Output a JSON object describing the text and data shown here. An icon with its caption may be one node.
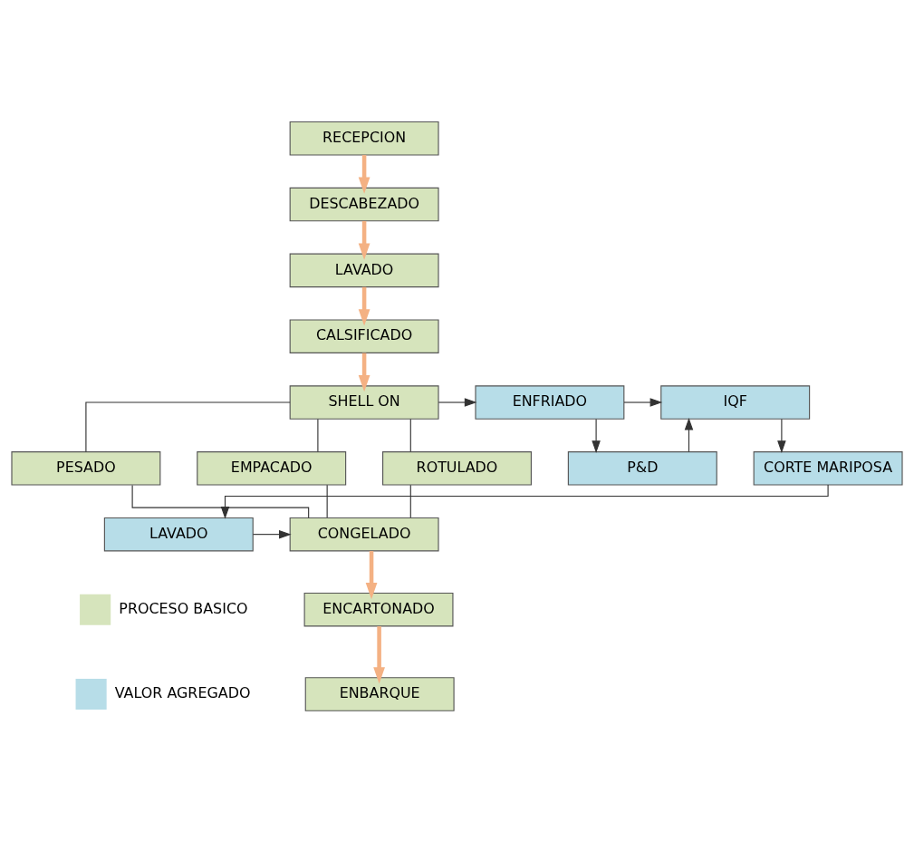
{
  "diagram": {
    "nodes": [
      {
        "text": [
          "RECEPCION"
        ]
      },
      {
        "text": [
          "DESCABEZADO"
        ]
      },
      {
        "text": [
          "LAVADO"
        ]
      },
      {
        "text": [
          "CALSIFICADO"
        ]
      },
      {
        "text": [
          "SHELL ON"
        ]
      },
      {
        "text": [
          "P&D"
        ]
      },
      {
        "text": [
          "ENFRIADO"
        ]
      },
      {
        "text": [
          "IQF"
        ]
      },
      {
        "text": [
          "PESADO"
        ]
      },
      {
        "text": [
          "EMPACADO"
        ]
      },
      {
        "text": [
          "ROTULADO"
        ]
      },
      {
        "text": [
          "CORTE MARIPOSA"
        ]
      },
      {
        "text": [
          "CONGELADO"
        ]
      },
      {
        "text": [
          "LAVADO"
        ]
      },
      {
        "text": [
          "ENCARTONADO"
        ]
      },
      {
        "text": [
          "ENBARQUE"
        ]
      }
    ],
    "edges": [
      {
        "from": 0,
        "to": 1,
        "arrow": "to",
        "style": "thick",
        "color": "#f4b183"
      },
      {
        "from": 1,
        "to": 2,
        "arrow": "to",
        "style": "thick",
        "color": "#f4b183"
      },
      {
        "from": 2,
        "to": 3,
        "arrow": "to",
        "style": "thick",
        "color": "#f4b183"
      },
      {
        "from": 3,
        "to": 4,
        "arrow": "to",
        "style": "thick",
        "color": "#f4b183"
      },
      {
        "from": 4,
        "to": 6,
        "arrow": "to"
      },
      {
        "from": 6,
        "to": 5,
        "arrow": "to"
      },
      {
        "from": 6,
        "to": 7,
        "arrow": "to"
      },
      {
        "from": 5,
        "to": 7,
        "arrow": "to"
      },
      {
        "from": 4,
        "to": 8,
        "arrow": "none"
      },
      {
        "from": 4,
        "to": 9,
        "arrow": "none"
      },
      {
        "from": 4,
        "to": 10,
        "arrow": "none"
      },
      {
        "from": 7,
        "to": 11,
        "arrow": "to"
      },
      {
        "from": 8,
        "to": 12,
        "arrow": "none"
      },
      {
        "from": 9,
        "to": 12,
        "arrow": "none"
      },
      {
        "from": 10,
        "to": 12,
        "arrow": "none"
      },
      {
        "from": 11,
        "to": 13,
        "arrow": "to"
      },
      {
        "from": 13,
        "to": 12,
        "arrow": "to"
      },
      {
        "from": 12,
        "to": 14,
        "arrow": "to",
        "style": "thick",
        "color": "#f4b183"
      },
      {
        "from": 14,
        "to": 15,
        "arrow": "to",
        "style": "thick",
        "color": "#f4b183"
      }
    ],
    "legend": [
      {
        "text": "PROCESO BASICO",
        "color": "#d6e4bc"
      },
      {
        "text": "VALOR AGREGADO",
        "color": "#b7dde8"
      }
    ]
  }
}
